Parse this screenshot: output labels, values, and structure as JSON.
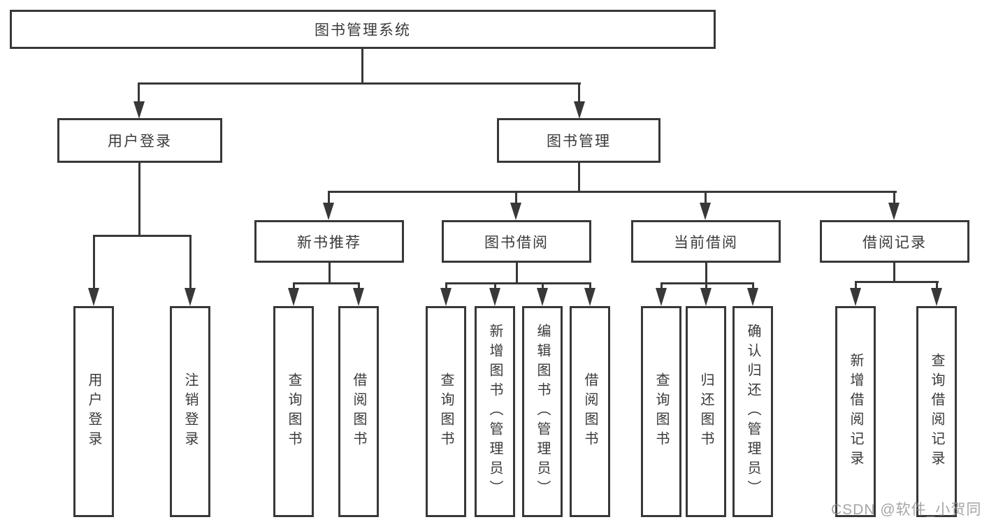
{
  "tree": {
    "root": "图书管理系统",
    "children": [
      {
        "label": "用户登录",
        "children": [
          {
            "label": "用户登录"
          },
          {
            "label": "注销登录"
          }
        ]
      },
      {
        "label": "图书管理",
        "children": [
          {
            "label": "新书推荐",
            "children": [
              {
                "label": "查询图书"
              },
              {
                "label": "借阅图书"
              }
            ]
          },
          {
            "label": "图书借阅",
            "children": [
              {
                "label": "查询图书"
              },
              {
                "label": "新增图书（管理员）"
              },
              {
                "label": "编辑图书（管理员）"
              },
              {
                "label": "借阅图书"
              }
            ]
          },
          {
            "label": "当前借阅",
            "children": [
              {
                "label": "查询图书"
              },
              {
                "label": "归还图书"
              },
              {
                "label": "确认归还（管理员）"
              }
            ]
          },
          {
            "label": "借阅记录",
            "children": [
              {
                "label": "新增借阅记录"
              },
              {
                "label": "查询借阅记录"
              }
            ]
          }
        ]
      }
    ]
  },
  "watermark": {
    "text": "CSDN @软件_小贺同学"
  },
  "colors": {
    "line": "#383838",
    "box_border": "#383838",
    "text": "#3a3a3a",
    "background": "#ffffff",
    "watermark": "#8c8c8c"
  }
}
